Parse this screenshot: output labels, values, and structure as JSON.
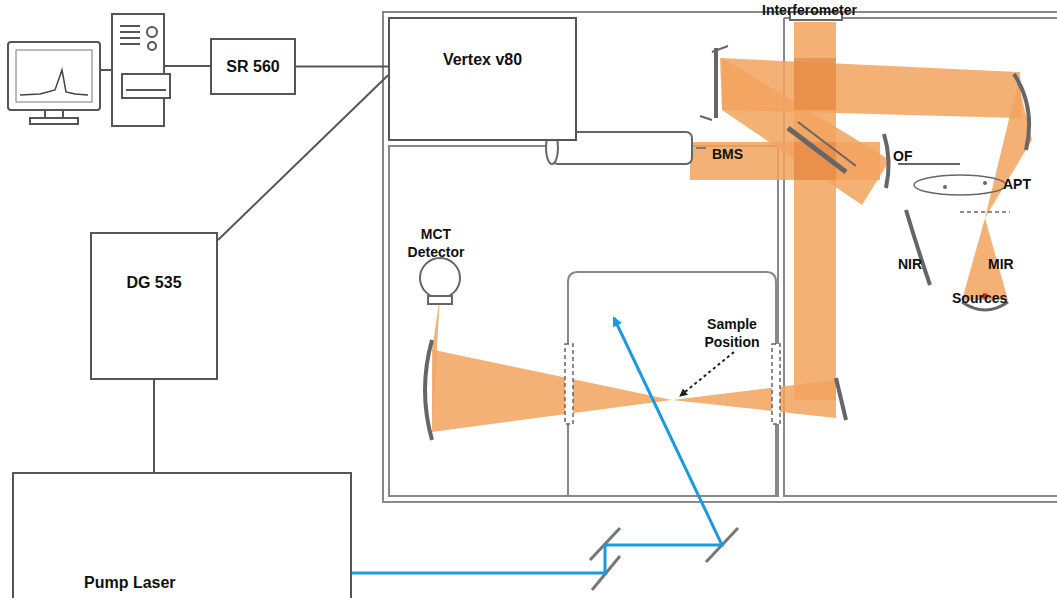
{
  "diagram": {
    "nodes": [
      {
        "text": [
          "SR 560"
        ]
      },
      {
        "text": [
          "Vertex v80"
        ]
      },
      {
        "text": [
          "DG 535"
        ]
      },
      {
        "text": [
          "Pump Laser"
        ]
      }
    ],
    "edges": [
      {
        "from": 0,
        "to": 1,
        "arrow": "none"
      },
      {
        "from": 2,
        "to": 1,
        "arrow": "none"
      },
      {
        "from": 2,
        "to": 3,
        "arrow": "none"
      }
    ],
    "labels": [
      "Interferometer",
      "BMS",
      "OF",
      "APT",
      "NIR",
      "MIR",
      "Sources",
      "MCT Detector",
      "Sample Position"
    ]
  }
}
